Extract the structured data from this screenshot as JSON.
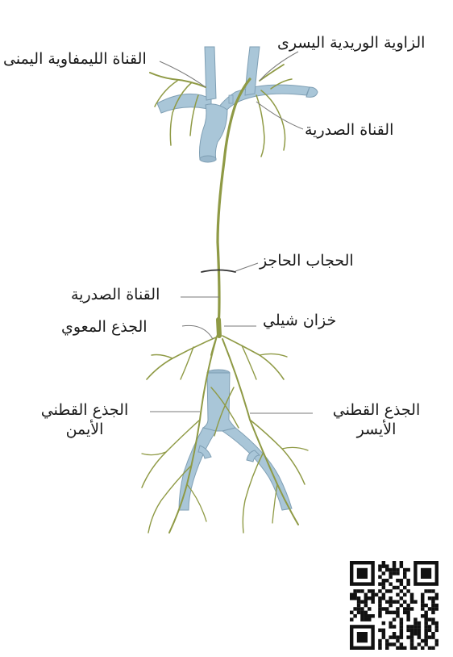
{
  "labels": {
    "right_lymphatic_duct": "القناة الليمفاوية اليمنى",
    "left_venous_angle": "الزاوية الوريدية اليسرى",
    "thoracic_duct_top": "القناة الصدرية",
    "diaphragm": "الحجاب الحاجز",
    "thoracic_duct_mid": "القناة الصدرية",
    "cisterna_chyli": "خزان شيلي",
    "intestinal_trunk": "الجذع المعوي",
    "right_lumbar_trunk": "الجذع القطني الأيمن",
    "left_lumbar_trunk": "الجذع القطني الأيسر"
  },
  "colors": {
    "vein": "#a9c6d8",
    "vein_dark": "#7f9fb4",
    "lymph": "#8f9a45",
    "lymph_dark": "#6f7a2f",
    "qr": "#111111"
  },
  "qr_code": {
    "pattern": "010010100111010100101111011010111010100100010011001101110100101010011010011101101011001010000111011001011010001010100100011110111011010010010010111001110101011110101101001000101000100100101000110110111010011100101110010111101110001011110110000101001011110100001001000110001001110000001010101001110010100100011010110001101011110110111000010111101101"
  }
}
